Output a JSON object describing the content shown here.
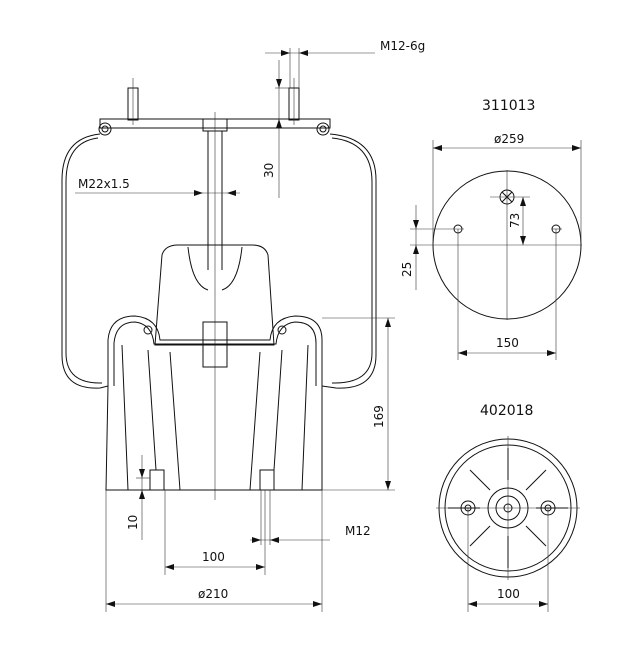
{
  "side_view": {
    "thread_top_label": "M12-6g",
    "thread_center_label": "M22x1.5",
    "dim_30": "30",
    "dim_169": "169",
    "dim_10": "10",
    "dim_100": "100",
    "thread_bottom_label": "M12",
    "dim_210": "ø210"
  },
  "top_plate": {
    "part_number": "311013",
    "dim_259": "ø259",
    "dim_73": "73",
    "dim_25": "25",
    "dim_150": "150"
  },
  "piston_bottom": {
    "part_number": "402018",
    "dim_100": "100"
  }
}
